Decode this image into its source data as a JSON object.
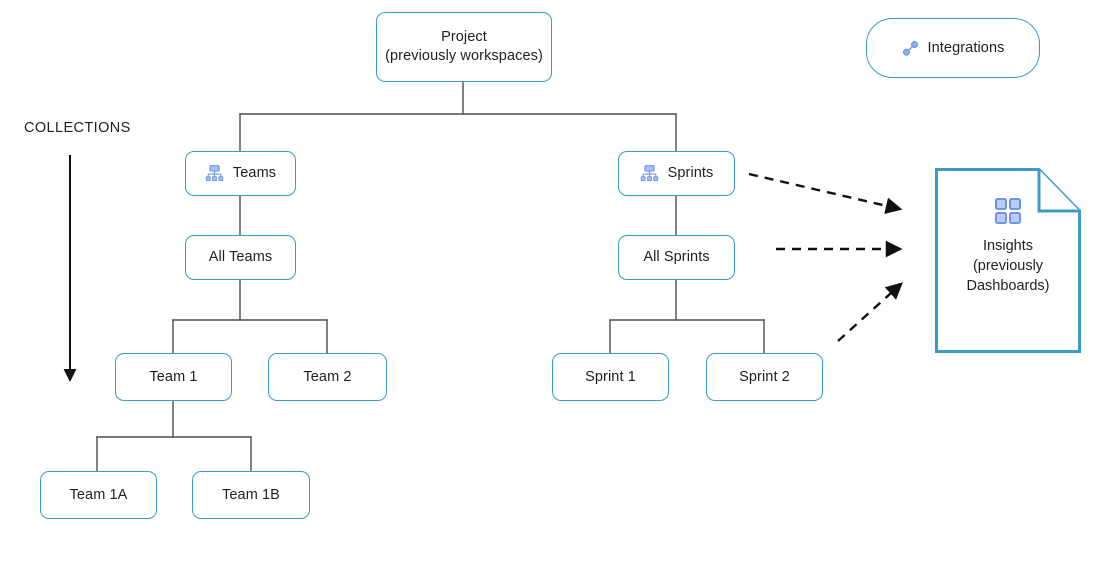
{
  "diagram": {
    "title": "Project hierarchy / collections diagram",
    "accent_color": "#3d9ac7",
    "icon_color": "#6f95e8",
    "text_color": "#1f1f1f",
    "connector_color": "#4d4d4d",
    "annotation": {
      "label": "COLLECTIONS",
      "arrow": "down-arrow"
    },
    "nodes": {
      "project": {
        "label": "Project\n(previously workspaces)",
        "shape": "rounded-rect"
      },
      "integrations": {
        "label": "Integrations",
        "shape": "pill",
        "icon": "integrations-link-icon"
      },
      "teams": {
        "label": "Teams",
        "shape": "rounded-rect",
        "icon": "hierarchy-icon"
      },
      "sprints": {
        "label": "Sprints",
        "shape": "rounded-rect",
        "icon": "hierarchy-icon"
      },
      "all_teams": {
        "label": "All Teams",
        "shape": "rounded-rect"
      },
      "all_sprints": {
        "label": "All Sprints",
        "shape": "rounded-rect"
      },
      "team_1": {
        "label": "Team 1",
        "shape": "rounded-rect"
      },
      "team_2": {
        "label": "Team 2",
        "shape": "rounded-rect"
      },
      "sprint_1": {
        "label": "Sprint 1",
        "shape": "rounded-rect"
      },
      "sprint_2": {
        "label": "Sprint 2",
        "shape": "rounded-rect"
      },
      "team_1a": {
        "label": "Team 1A",
        "shape": "rounded-rect"
      },
      "team_1b": {
        "label": "Team 1B",
        "shape": "rounded-rect"
      },
      "insights": {
        "label": "Insights\n(previously\nDashboards)",
        "shape": "document",
        "icon": "grid-dashboard-icon"
      }
    },
    "edges": [
      {
        "from": "project",
        "to": "teams",
        "style": "solid"
      },
      {
        "from": "project",
        "to": "sprints",
        "style": "solid"
      },
      {
        "from": "teams",
        "to": "all_teams",
        "style": "solid"
      },
      {
        "from": "all_teams",
        "to": "team_1",
        "style": "solid"
      },
      {
        "from": "all_teams",
        "to": "team_2",
        "style": "solid"
      },
      {
        "from": "team_1",
        "to": "team_1a",
        "style": "solid"
      },
      {
        "from": "team_1",
        "to": "team_1b",
        "style": "solid"
      },
      {
        "from": "sprints",
        "to": "all_sprints",
        "style": "solid"
      },
      {
        "from": "all_sprints",
        "to": "sprint_1",
        "style": "solid"
      },
      {
        "from": "all_sprints",
        "to": "sprint_2",
        "style": "solid"
      },
      {
        "from": "sprints",
        "to": "insights",
        "style": "dashed-arrow"
      },
      {
        "from": "all_sprints",
        "to": "insights",
        "style": "dashed-arrow"
      },
      {
        "from": "sprint_2",
        "to": "insights",
        "style": "dashed-arrow"
      }
    ]
  }
}
